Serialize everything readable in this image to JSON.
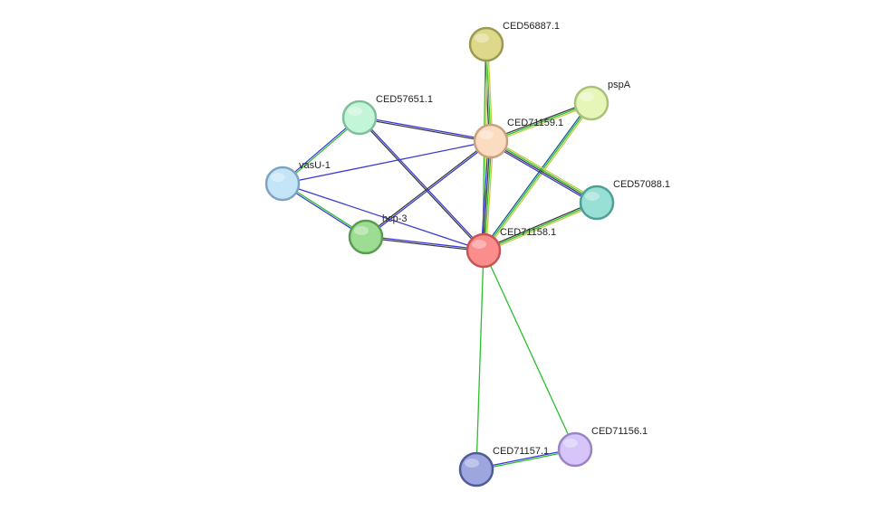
{
  "network": {
    "nodes": [
      {
        "id": "CED56887.1",
        "label": "CED56887.1",
        "fill": "#ded98a",
        "stroke": "#9a9a50"
      },
      {
        "id": "pspA",
        "label": "pspA",
        "fill": "#e6f6b8",
        "stroke": "#a9c27a"
      },
      {
        "id": "CED57651.1",
        "label": "CED57651.1",
        "fill": "#c3f5d8",
        "stroke": "#7ebf99"
      },
      {
        "id": "CED71159.1",
        "label": "CED71159.1",
        "fill": "#fbdcc0",
        "stroke": "#c8a27f"
      },
      {
        "id": "vasU-1",
        "label": "vasU-1",
        "fill": "#c4e4f8",
        "stroke": "#7fa4c2"
      },
      {
        "id": "CED57088.1",
        "label": "CED57088.1",
        "fill": "#98dfd5",
        "stroke": "#4f9f96"
      },
      {
        "id": "hcp-3",
        "label": "hcp-3",
        "fill": "#9ddd93",
        "stroke": "#5a9c52"
      },
      {
        "id": "CED71158.1",
        "label": "CED71158.1",
        "fill": "#fc8d8d",
        "stroke": "#c65454"
      },
      {
        "id": "CED71156.1",
        "label": "CED71156.1",
        "fill": "#d5c5f8",
        "stroke": "#9a84c6"
      },
      {
        "id": "CED71157.1",
        "label": "CED71157.1",
        "fill": "#9ea6e0",
        "stroke": "#4f5c9a"
      }
    ],
    "edges": [
      {
        "source": "CED56887.1",
        "target": "CED71159.1",
        "colors": [
          "#c9c94a",
          "#2bbf2b",
          "#3c3c3c"
        ]
      },
      {
        "source": "CED56887.1",
        "target": "CED71158.1",
        "colors": [
          "#c9c94a",
          "#2bbf2b"
        ]
      },
      {
        "source": "pspA",
        "target": "CED71159.1",
        "colors": [
          "#c9c94a",
          "#2bbf2b",
          "#3c3c3c"
        ]
      },
      {
        "source": "pspA",
        "target": "CED71158.1",
        "colors": [
          "#c9c94a",
          "#2bbf2b",
          "#1a5c9a"
        ]
      },
      {
        "source": "CED57651.1",
        "target": "CED71159.1",
        "colors": [
          "#3b3bd6",
          "#3c3c3c"
        ]
      },
      {
        "source": "CED57651.1",
        "target": "CED71158.1",
        "colors": [
          "#3b3bd6",
          "#3c3c3c"
        ]
      },
      {
        "source": "CED57651.1",
        "target": "vasU-1",
        "colors": [
          "#2bbf2b",
          "#3b3bd6"
        ]
      },
      {
        "source": "vasU-1",
        "target": "CED71159.1",
        "colors": [
          "#3b3bd6"
        ]
      },
      {
        "source": "vasU-1",
        "target": "hcp-3",
        "colors": [
          "#2bbf2b",
          "#3b3bd6"
        ]
      },
      {
        "source": "vasU-1",
        "target": "CED71158.1",
        "colors": [
          "#3b3bd6"
        ]
      },
      {
        "source": "CED71159.1",
        "target": "CED57088.1",
        "colors": [
          "#c9c94a",
          "#2bbf2b",
          "#3c3c3c",
          "#3b3bd6"
        ]
      },
      {
        "source": "CED71159.1",
        "target": "hcp-3",
        "colors": [
          "#3b3bd6",
          "#3c3c3c"
        ]
      },
      {
        "source": "CED71159.1",
        "target": "CED71158.1",
        "colors": [
          "#c9c94a",
          "#2bbf2b",
          "#3c3c3c",
          "#3b3bd6"
        ]
      },
      {
        "source": "CED57088.1",
        "target": "CED71158.1",
        "colors": [
          "#c9c94a",
          "#2bbf2b",
          "#3c3c3c"
        ]
      },
      {
        "source": "hcp-3",
        "target": "CED71158.1",
        "colors": [
          "#3b3bd6",
          "#3c3c3c"
        ]
      },
      {
        "source": "CED71158.1",
        "target": "CED71156.1",
        "colors": [
          "#2bbf2b"
        ]
      },
      {
        "source": "CED71158.1",
        "target": "CED71157.1",
        "colors": [
          "#2bbf2b"
        ]
      },
      {
        "source": "CED71156.1",
        "target": "CED71157.1",
        "colors": [
          "#2bbf2b",
          "#3b3bd6"
        ]
      }
    ]
  }
}
